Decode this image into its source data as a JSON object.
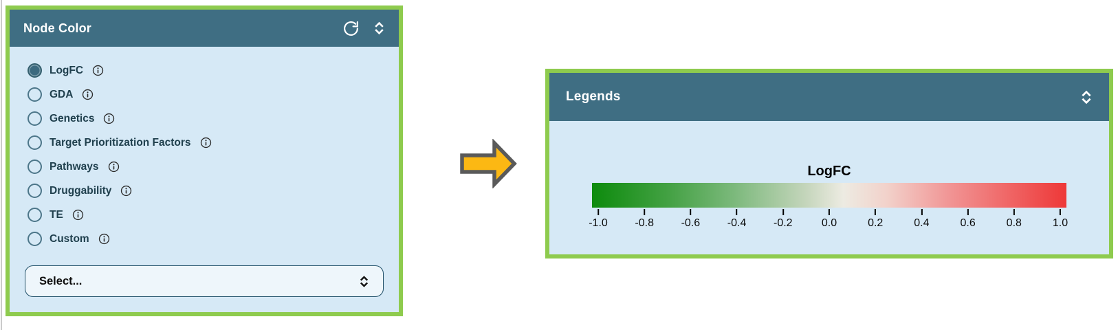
{
  "colors": {
    "panel_border": "#8ecb4e",
    "panel_bg": "#d6e9f6",
    "header_bg": "#3f6e83",
    "header_text": "#ffffff",
    "option_text": "#20404e",
    "radio_selected": "#3c6a7f",
    "arrow_fill": "#fcb813",
    "arrow_stroke": "#5a5a5a",
    "select_bg": "#eef6fb",
    "select_border": "#1f4f68"
  },
  "icons": {
    "refresh": "refresh-icon",
    "collapse": "updown-chevron-icon",
    "info": "info-icon",
    "select_chevron": "updown-chevron-icon"
  },
  "node_color_panel": {
    "title": "Node Color",
    "options": [
      {
        "label": "LogFC",
        "selected": true
      },
      {
        "label": "GDA",
        "selected": false
      },
      {
        "label": "Genetics",
        "selected": false
      },
      {
        "label": "Target Prioritization Factors",
        "selected": false
      },
      {
        "label": "Pathways",
        "selected": false
      },
      {
        "label": "Druggability",
        "selected": false
      },
      {
        "label": "TE",
        "selected": false
      },
      {
        "label": "Custom",
        "selected": false
      }
    ],
    "select": {
      "value": "Select..."
    }
  },
  "arrow": {
    "direction": "right"
  },
  "legends_panel": {
    "title": "Legends",
    "chart_data": {
      "type": "colorbar",
      "title": "LogFC",
      "orientation": "horizontal",
      "range": [
        -1.0,
        1.0
      ],
      "tick_labels": [
        "-1.0",
        "-0.8",
        "-0.6",
        "-0.4",
        "-0.2",
        "0.0",
        "0.2",
        "0.4",
        "0.6",
        "0.8",
        "1.0"
      ],
      "gradient_stops": [
        "#0d8b0d 0%",
        "#43a143 16%",
        "#7cb97c 30%",
        "#c4d5bb 45%",
        "#edebe2 53%",
        "#f2d2cb 62%",
        "#f19292 76%",
        "#ee3838 100%"
      ]
    }
  }
}
